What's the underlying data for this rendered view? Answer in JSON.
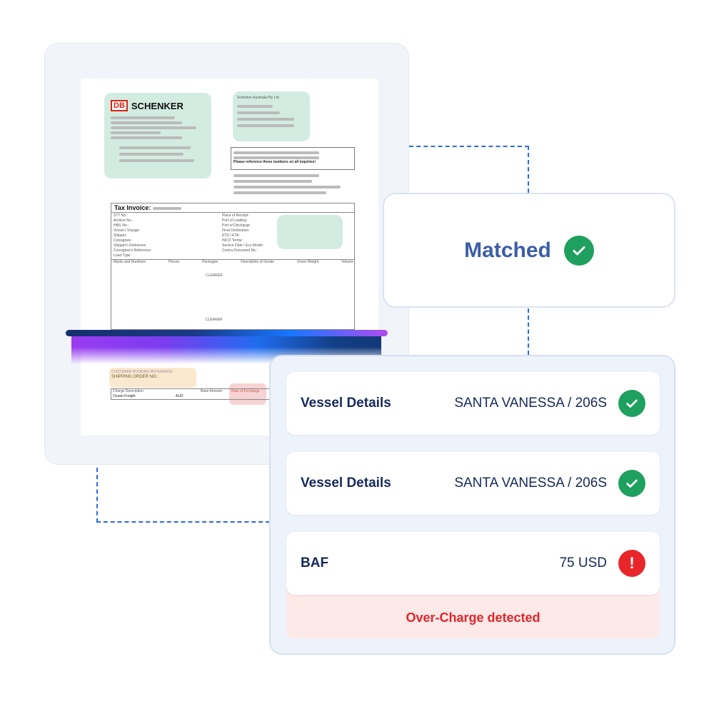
{
  "document": {
    "brand_logo": "DB",
    "brand_name": "SCHENKER",
    "sender_company": "Schenker Australia Pty Ltd",
    "notice": "Please reference these numbers on all inquiries!",
    "tax_invoice_label": "Tax Invoice:",
    "fields_left": [
      "STT No.:",
      "Archive No.:",
      "HB/L No.:",
      "Vessel / Voyage:",
      "Shipper:",
      "Consignee:",
      "Shipper's Reference:",
      "Consignee's Reference:",
      "Load Type:"
    ],
    "fields_right": [
      "Place of Receipt:",
      "Port of Loading:",
      "Port of Discharge:",
      "Final Destination:",
      "ETD / ETA:",
      "INCO Terms:",
      "Service Date / Eco Month:",
      "Contra Document No.:"
    ],
    "goods_headers": [
      "Marks and Numbers",
      "Pieces",
      "Packages",
      "Description of Goods",
      "Gross Weight",
      "Volume"
    ],
    "goods_rows": [
      "CLEANER",
      "CLEANER"
    ],
    "booking_reference": "CUSTOMER BOOKING REFERENCE:",
    "shipping_order": "SHIPPING ORDER NO.:",
    "charge_headers": [
      "Charge Description",
      "Base Amount",
      "Rate of Exchange"
    ],
    "charge_row": {
      "description": "Ocean Freight",
      "currency": "AUD"
    }
  },
  "match_status": {
    "label": "Matched",
    "icon": "check-circle-icon",
    "color": "#3c5ea8"
  },
  "results": [
    {
      "label": "Vessel Details",
      "value": "SANTA VANESSA / 206S",
      "status": "ok",
      "icon": "check-circle-icon"
    },
    {
      "label": "Vessel Details",
      "value": "SANTA VANESSA / 206S",
      "status": "ok",
      "icon": "check-circle-icon"
    },
    {
      "label": "BAF",
      "value": "75 USD",
      "status": "error",
      "icon": "exclamation-circle-icon"
    }
  ],
  "alert": {
    "text": "Over-Charge detected",
    "color": "#e0262b"
  },
  "colors": {
    "ok": "#1ea05e",
    "error": "#e8262a",
    "connector": "#2a6ae8",
    "text": "#15285a"
  }
}
